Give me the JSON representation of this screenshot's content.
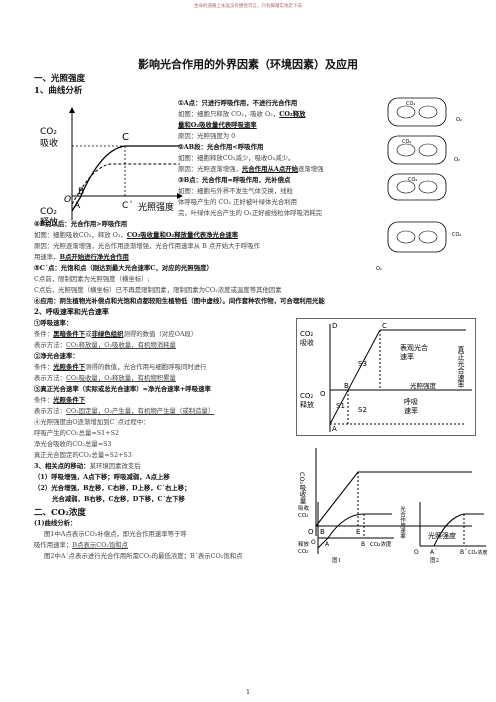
{
  "header": "生命的道路上永远没有捷径可言，只有脚踏实地走下去",
  "title": "影响光合作用的外界因素（环境因素）及应用",
  "s1": "一、光照强度",
  "s1_1": "1、曲线分析",
  "fig1": {
    "co2_absorb_l1": "CO₂",
    "co2_absorb_l2": "吸收",
    "co2_release_l1": "CO₂",
    "co2_release_l2": "释放",
    "light": "光照强度",
    "O": "O",
    "A": "A",
    "B": "B",
    "C": "C",
    "C2": "C´"
  },
  "cell_labels": {
    "co2": "CO₂",
    "o2": "O₂"
  },
  "pA": {
    "title": "①A点：只进行呼吸作用，不进行光合作用",
    "l1": "如图：细胞只释放 CO₂，吸收 O₂，",
    "l1b": "CO₂释放",
    "l2": "量和O₂吸收量代表呼吸速率",
    "l3": "原因：光照强度为 0"
  },
  "pAB": {
    "title": "②AB段：光合作用<呼吸作用",
    "l1": "如图：细胞释放CO₂减少，吸收O₂减少。",
    "l2": "原因：光照逐渐增强，",
    "l2b": "光合作用从A点开始",
    "l2c": "逐渐增强"
  },
  "pB": {
    "title": "③B点：光合作用=呼吸作用，光补偿点",
    "l1": "如图：细胞与外界不发生气体交换，线粒",
    "l2": "体呼吸产生的 CO₂ 正好被叶绿体光合利用",
    "l3": "完，叶绿体光合产生的 O₂正好被线粒体呼吸消耗完"
  },
  "pBC": {
    "title": "④B点以后：光合作用>呼吸作用",
    "l1": "如图：细胞吸收CO₂，释放 O₂，",
    "l1b": "CO₂吸收量和O₂释放量代表净光合速率",
    "l2": "原因：光照逐渐增强，光合作用逐渐增强，光合作用速率从 B 点开始大于呼吸作",
    "l3": "用速率，",
    "l3b": "B点开始进行净光合作用"
  },
  "pC": {
    "title": "⑤C´点：光饱和点（刚达到最大光合速率C，对应的光照强度）",
    "l1": "C点前，限制因素为光照强度（横坐标）;",
    "l2": "C点后，光照强度（横坐标）已不再是限制因素，限制因素为CO₂浓度或温度等其他因素"
  },
  "p6": "⑥应用：阴生植物光补偿点和光饱和点都较阳生植物低（图中虚线）。间作套种农作物，可合理利用光能",
  "s1_2": "2、呼吸速率和光合速率",
  "resp": {
    "title": "①呼吸速率：",
    "cond_label": "条件：",
    "cond": "黑暗条件下",
    "cond2": "或",
    "cond3": "非绿色组织",
    "cond4": "测得的数值（对应OA段）",
    "rep_label": "表示方法：",
    "rep": "CO₂释放量，O₂吸收量，有机物消耗量"
  },
  "net": {
    "title": "②净光合速率：",
    "cond_label": "条件：",
    "cond": "光照条件下",
    "cond2": "测得的数值，光合作用与细胞呼吸同时进行",
    "rep_label": "表示方法：",
    "rep": "CO₂吸收量，O₂释放量，有机物积累量"
  },
  "real": {
    "title": "③真正光合速率（实际或总光合速率）=净光合速率+呼吸速率",
    "cond_label": "条件：",
    "cond": "光照条件下",
    "rep_label": "表示方法：",
    "rep": "CO₂固定量，O₂产生量，有机物产生量（或制造量）",
    "l4": "④光照强度由O逐渐增加到C´点过程中：",
    "l5": "呼吸产生的CO₂总量=S1+S2",
    "l6": "净光合吸收的CO₂总量=S3",
    "l7": "真正光合固定的CO₂总量=S2+S3"
  },
  "fig2": {
    "y1": "CO₂",
    "y2": "吸收",
    "y3": "CO₂",
    "y4": "释放",
    "O": "O",
    "A": "A",
    "B": "B",
    "C": "C",
    "D": "D",
    "S1": "S1",
    "S2": "S2",
    "S3": "S3",
    "net1": "表观光合",
    "net2": "速率",
    "resp1": "呼吸",
    "resp2": "速率",
    "light": "光照强度",
    "real": "真正光合速率"
  },
  "move": {
    "title": "3、相关点的移动：",
    "title2": "某环境因素改变后",
    "l1": "（1）呼吸增强，A点下移；呼吸减弱，A点上移",
    "l2": "（2）光合增强，B左移，C右移，D上移，C´右上移；",
    "l3": "光合减弱，B右移，C左移，D下移，C´左下移"
  },
  "fig3": {
    "y": "CO₂吸收量",
    "O": "O",
    "B": "B",
    "E": "E",
    "light": "光照强度"
  },
  "s2": "二、CO₂浓度",
  "s2_1": "(1)曲线分析：",
  "co2": {
    "l1": "图1中A点表示CO₂补偿点，即光合作用速率等于呼",
    "l2": "吸作用速率；",
    "l2b": "B点表示CO₂饱和点",
    "l3": "图2中A´点表示进行光合作用所需CO₂的最低浓度；B´表示CO₂饱和点"
  },
  "fig4": {
    "y1": "吸收",
    "y2": "CO₂",
    "y3": "释放",
    "y4": "CO₂",
    "O": "O",
    "A": "A",
    "B": "B",
    "x": "CO₂浓度",
    "cap": "图1"
  },
  "fig5": {
    "y": "光合作用速率",
    "O": "O",
    "A": "A´",
    "B": "B´",
    "x": "CO₂浓度",
    "cap": "图2"
  },
  "page": "1"
}
